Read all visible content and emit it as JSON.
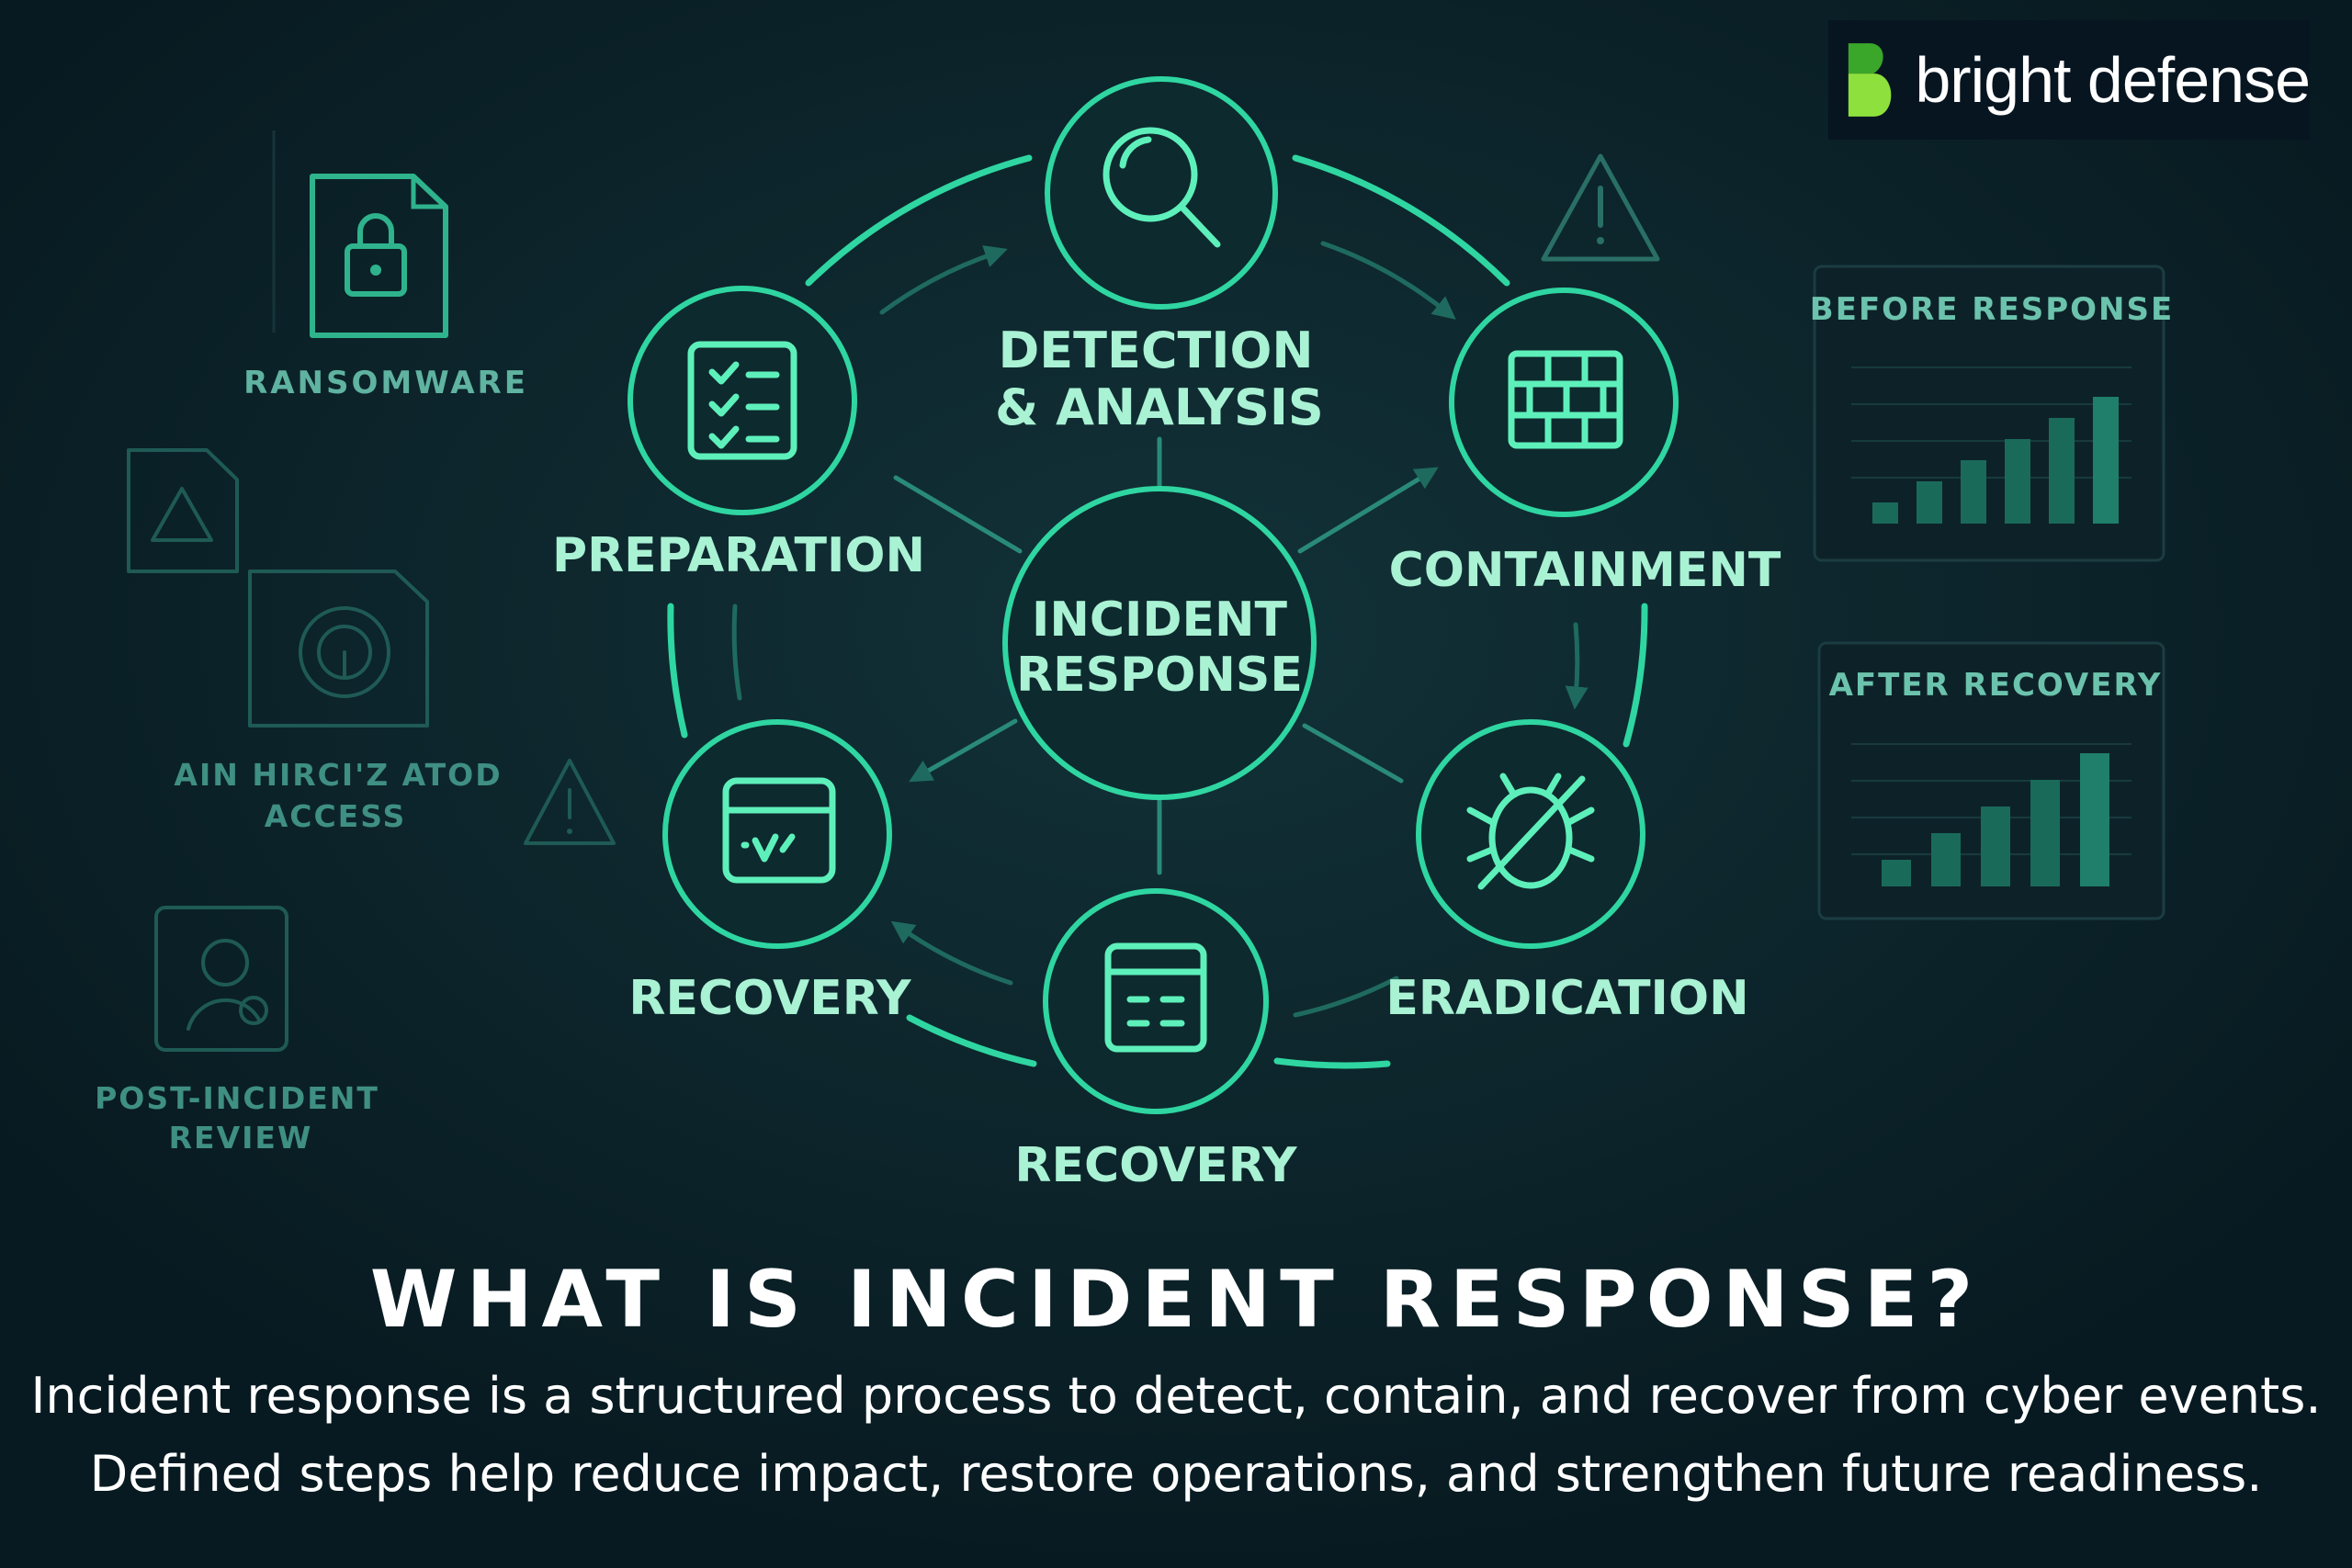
{
  "brand": {
    "name": "bright defense"
  },
  "center": {
    "line1": "INCIDENT",
    "line2": "RESPONSE"
  },
  "phases": {
    "detection_line1": "DETECTION",
    "detection_line2": "& ANALYSIS",
    "preparation": "PREPARATION",
    "containment": "CONTAINMENT",
    "recovery_left": "RECOVERY",
    "eradication": "ERADICATION",
    "recovery_bottom": "RECOVERY"
  },
  "side_labels": {
    "ransomware": "RANSOMWARE",
    "access_line1": "AIN HIRCI'Z ATOD",
    "access_line2": "ACCESS",
    "review_line1": "POST-INCIDENT",
    "review_line2": "REVIEW"
  },
  "panels": {
    "before": {
      "label": "BEFORE RESPONSE",
      "bars": [
        1,
        2,
        3,
        4,
        5,
        6
      ]
    },
    "after": {
      "label": "AFTER RECOVERY",
      "bars": [
        1,
        2,
        3,
        4,
        5
      ]
    }
  },
  "heading": "WHAT IS INCIDENT RESPONSE?",
  "description": {
    "line1": "Incident response is a structured process to detect, contain, and recover from cyber events.",
    "line2": "Defined steps help reduce impact, restore operations, and strengthen future readiness."
  },
  "colors": {
    "background": "#0a1e26",
    "accent": "#2fd6a1",
    "label": "#a9f2d4",
    "muted": "#3f8f83",
    "brand_green": "#8ee03c"
  }
}
